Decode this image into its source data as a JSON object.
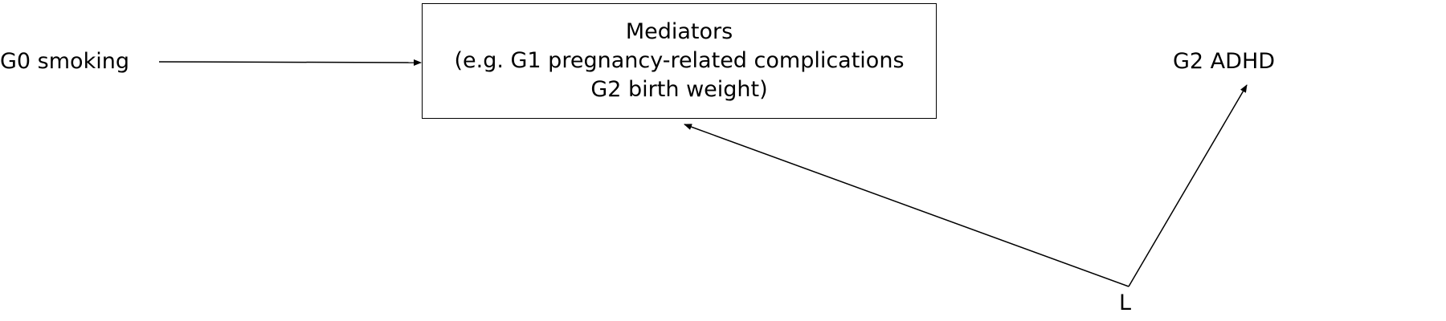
{
  "diagram": {
    "nodes": {
      "exposure": "G0 smoking",
      "mediators": {
        "title": "Mediators",
        "line2": "(e.g. G1 pregnancy-related complications",
        "line3": "G2 birth weight)"
      },
      "outcome": "G2 ADHD",
      "confounder": "L"
    },
    "edges": [
      {
        "from": "G0 smoking",
        "to": "Mediators"
      },
      {
        "from": "L",
        "to": "Mediators"
      },
      {
        "from": "L",
        "to": "G2 ADHD"
      }
    ]
  }
}
